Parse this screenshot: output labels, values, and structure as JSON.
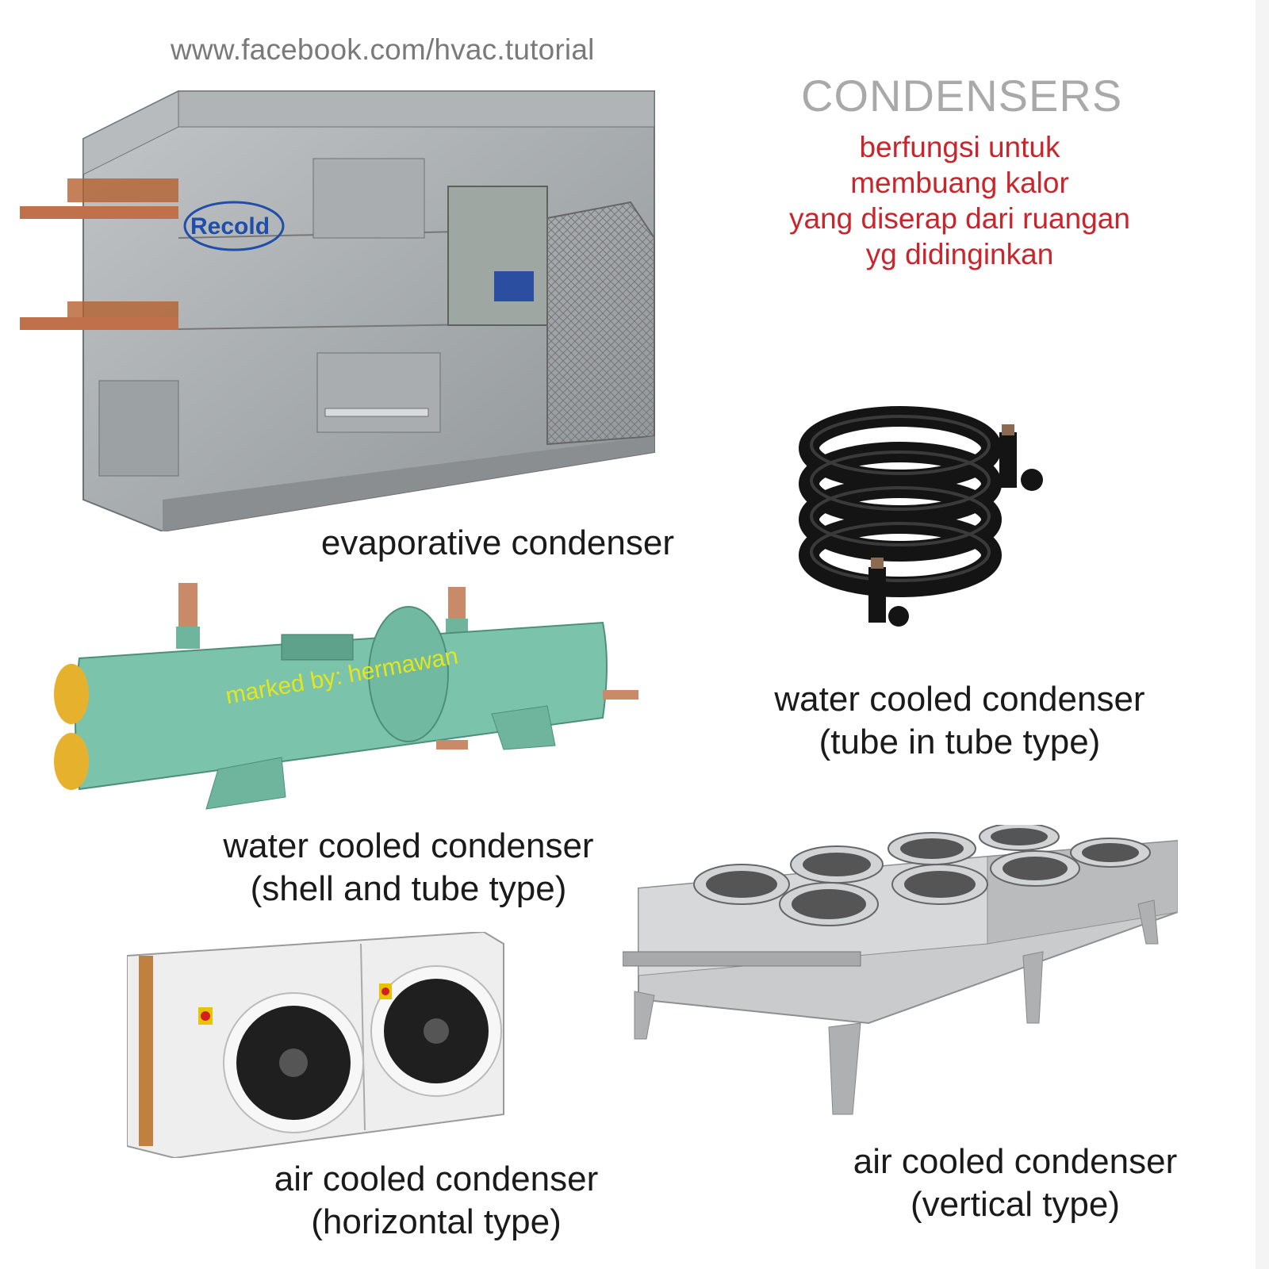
{
  "header": {
    "url": "www.facebook.com/hvac.tutorial",
    "title": "CONDENSERS"
  },
  "description": {
    "lines": [
      "berfungsi untuk",
      "membuang kalor",
      "yang diserap dari ruangan",
      "yg didinginkan"
    ]
  },
  "items": [
    {
      "id": "evaporative",
      "lines": [
        "evaporative condenser"
      ]
    },
    {
      "id": "tube-in-tube",
      "lines": [
        "water cooled condenser",
        "(tube in tube type)"
      ]
    },
    {
      "id": "shell-and-tube",
      "lines": [
        "water cooled condenser",
        "(shell and tube type)"
      ]
    },
    {
      "id": "horizontal",
      "lines": [
        "air cooled condenser",
        "(horizontal type)"
      ]
    },
    {
      "id": "vertical",
      "lines": [
        "air cooled condenser",
        "(vertical type)"
      ]
    }
  ],
  "watermark": "marked by: hermawan",
  "brand_label": "Recold",
  "colors": {
    "title": "#a9a9a9",
    "description": "#c9252c",
    "caption": "#1a1a1a",
    "watermark": "#e3e61e",
    "shell": "#7cc3ac",
    "steel": "#a7acaf",
    "coil": "#141414"
  }
}
